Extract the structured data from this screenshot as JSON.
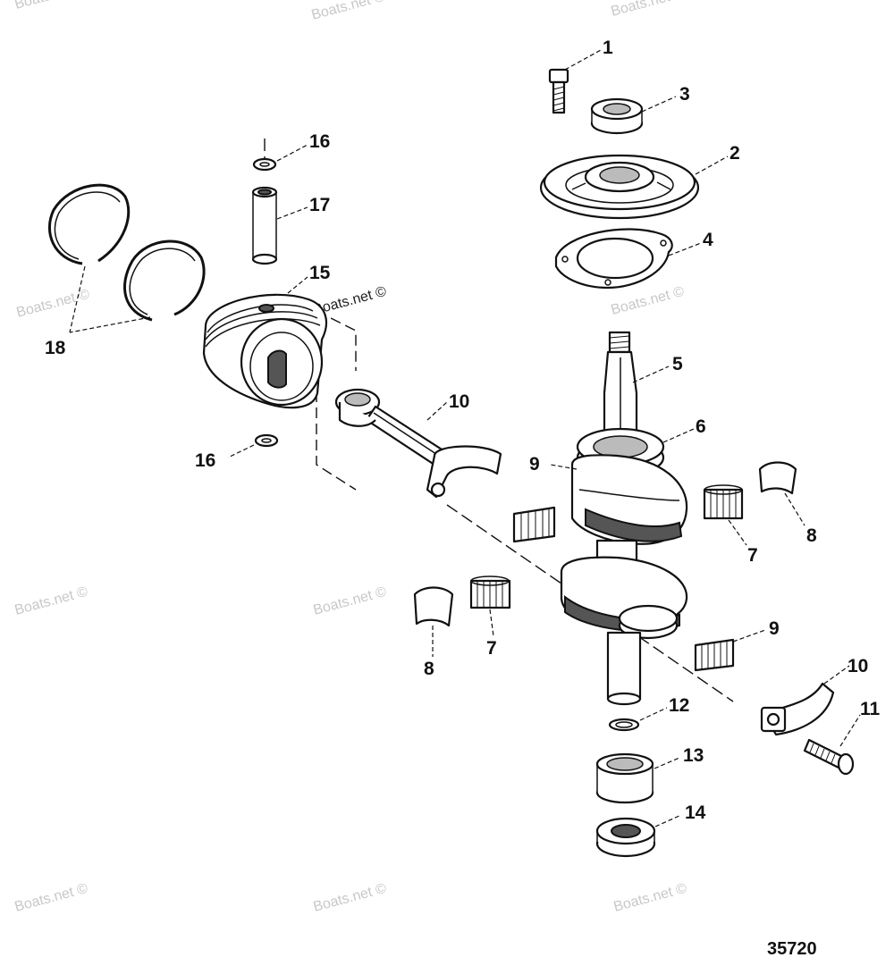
{
  "diagram": {
    "figure_number": "35720",
    "watermark": "Boats.net ©",
    "callouts": {
      "c1": "1",
      "c2": "2",
      "c3": "3",
      "c4": "4",
      "c5": "5",
      "c6": "6",
      "c7a": "7",
      "c7b": "7",
      "c8a": "8",
      "c8b": "8",
      "c9a": "9",
      "c9b": "9",
      "c10a": "10",
      "c10b": "10",
      "c11": "11",
      "c12": "12",
      "c13": "13",
      "c14": "14",
      "c15": "15",
      "c16a": "16",
      "c16b": "16",
      "c17": "17",
      "c18": "18"
    }
  }
}
